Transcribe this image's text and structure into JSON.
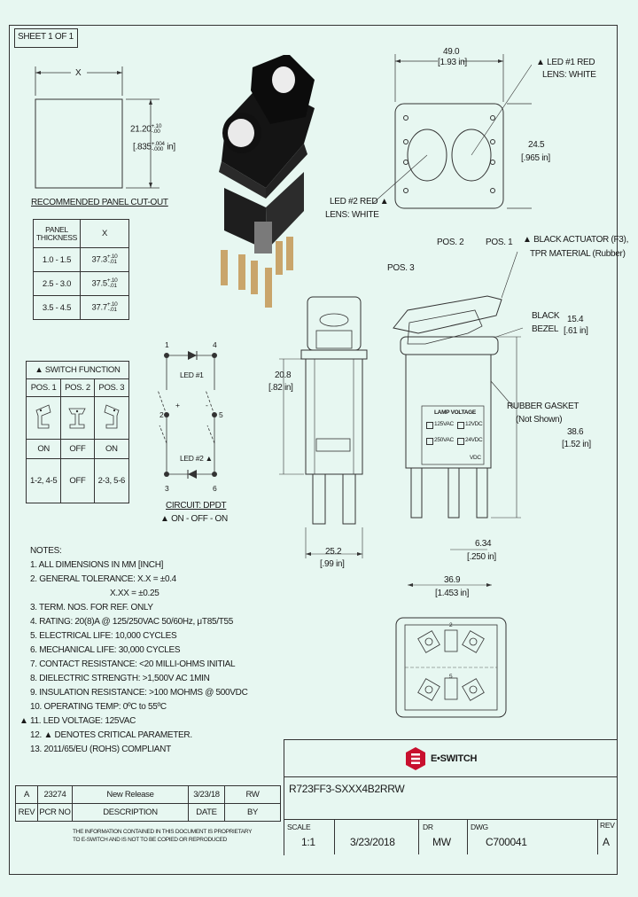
{
  "sheet": "SHEET 1 OF 1",
  "cutout": {
    "x_label": "X",
    "height_mm": "21.20",
    "height_mm_tol_plus": "+.10",
    "height_mm_tol_minus": "-.00",
    "height_in": ".835",
    "height_in_tol_plus": "+.004",
    "height_in_tol_minus": "-.000",
    "height_in_unit": "in",
    "caption": "RECOMMENDED PANEL CUT-OUT"
  },
  "panel_table": {
    "header_thickness": "PANEL THICKNESS",
    "header_x": "X",
    "rows": [
      {
        "thickness": "1.0 - 1.5",
        "x": "37.3",
        "tol_plus": "+.10",
        "tol_minus": "-.01"
      },
      {
        "thickness": "2.5 - 3.0",
        "x": "37.5",
        "tol_plus": "+.10",
        "tol_minus": "-.01"
      },
      {
        "thickness": "3.5 - 4.5",
        "x": "37.7",
        "tol_plus": "+.10",
        "tol_minus": "-.01"
      }
    ]
  },
  "switch_function": {
    "title": "SWITCH FUNCTION",
    "positions": [
      "POS. 1",
      "POS. 2",
      "POS. 3"
    ],
    "states": [
      "ON",
      "OFF",
      "ON"
    ],
    "connections": [
      "1-2, 4-5",
      "OFF",
      "2-3, 5-6"
    ]
  },
  "circuit": {
    "title": "CIRCUIT: DPDT",
    "subtitle": "ON - OFF - ON",
    "led1": "LED #1",
    "led2": "LED #2",
    "terminals": [
      "1",
      "2",
      "3",
      "4",
      "5",
      "6"
    ],
    "plus": "+",
    "minus": "-"
  },
  "top_view": {
    "width_mm": "49.0",
    "width_in": "[1.93 in]",
    "height_mm": "24.5",
    "height_in": "[.965 in]",
    "led1": "LED #1 RED",
    "led1_lens": "LENS: WHITE",
    "led2": "LED #2 RED",
    "led2_lens": "LENS: WHITE"
  },
  "side_view": {
    "pos2": "POS. 2",
    "pos1": "POS. 1",
    "pos3": "POS. 3",
    "actuator": "BLACK ACTUATOR (F3),",
    "actuator2": "TPR MATERIAL (Rubber)",
    "bezel": "BLACK",
    "bezel2": "BEZEL",
    "bezel_mm": "15.4",
    "bezel_in": "[.61 in]",
    "gasket": "RUBBER GASKET",
    "gasket2": "(Not Shown)",
    "lamp_voltage": "LAMP VOLTAGE",
    "lamp_opts": [
      "125VAC",
      "12VDC",
      "250VAC",
      "24VDC",
      "VDC"
    ],
    "body_mm": "38.6",
    "body_in": "[1.52 in]",
    "term_mm": "6.34",
    "term_in": "[.250 in]",
    "depth_mm": "36.9",
    "depth_in": "[1.453 in]"
  },
  "front_view": {
    "height_mm": "20.8",
    "height_in": "[.82 in]",
    "width_mm": "25.2",
    "width_in": "[.99 in]"
  },
  "bottom_view": {
    "terminal_nums": [
      "2",
      "5"
    ]
  },
  "notes": {
    "title": "NOTES:",
    "items": [
      "1.  ALL DIMENSIONS IN MM [INCH]",
      "2.  GENERAL TOLERANCE: X.X = ±0.4",
      "X.XX = ±0.25",
      "3.  TERM. NOS. FOR REF. ONLY",
      "4.  RATING: 20(8)A @ 125/250VAC 50/60Hz, μT85/T55",
      "5.  ELECTRICAL LIFE: 10,000 CYCLES",
      "6.  MECHANICAL LIFE: 30,000 CYCLES",
      "7.  CONTACT RESISTANCE: <20 MILLI-OHMS INITIAL",
      "8.  DIELECTRIC STRENGTH: >1,500V AC 1MIN",
      "9.  INSULATION RESISTANCE: >100 MOHMS @ 500VDC",
      "10. OPERATING TEMP: 0ºC to 55ºC",
      "11. LED VOLTAGE: 125VAC",
      "12. ▲ DENOTES CRITICAL PARAMETER.",
      "13. 2011/65/EU (ROHS) COMPLIANT"
    ]
  },
  "brand": "E•SWITCH",
  "part_number": "R723FF3-SXXX4B2RRW",
  "revision_block": {
    "row": {
      "rev": "A",
      "pcr": "23274",
      "desc": "New Release",
      "date": "3/23/18",
      "by": "RW"
    },
    "headers": {
      "rev": "REV",
      "pcr": "PCR NO",
      "desc": "DESCRIPTION",
      "date": "DATE",
      "by": "BY"
    },
    "proprietary_1": "THE INFORMATION CONTAINED IN THIS DOCUMENT IS PROPRIETARY",
    "proprietary_2": "TO E-SWITCH AND IS NOT TO BE COPIED OR REPRODUCED"
  },
  "title_block": {
    "scale_label": "SCALE",
    "scale": "1:1",
    "date": "3/23/2018",
    "dr_label": "DR",
    "dr": "MW",
    "dwg_label": "DWG",
    "dwg": "C700041",
    "rev_label": "REV",
    "rev": "A"
  }
}
